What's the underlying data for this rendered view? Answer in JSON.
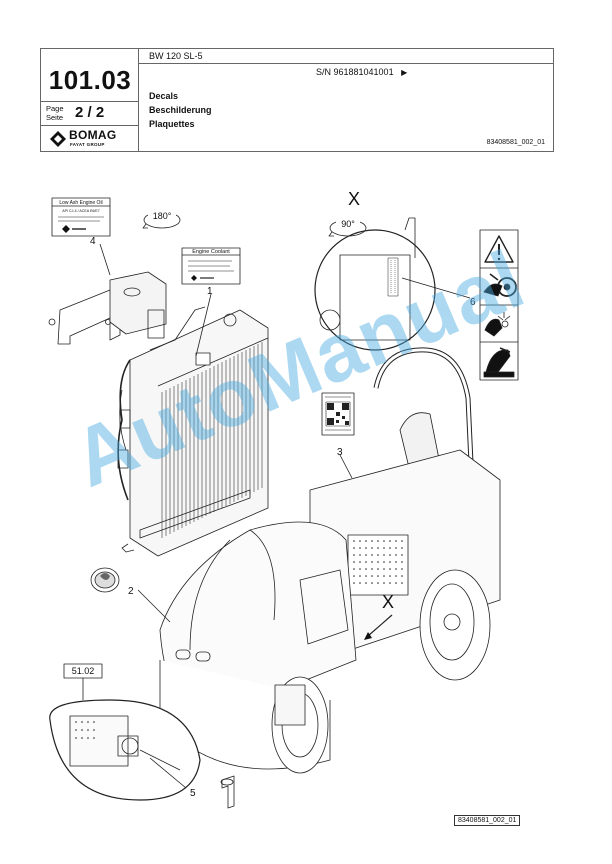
{
  "header": {
    "doc_number": "101.03",
    "page_label_en": "Page",
    "page_label_de": "Seite",
    "page_current": "2",
    "page_total": "2",
    "page_separator": "/",
    "model": "BW 120 SL-5",
    "serial": "S/N 961881041001",
    "serial_arrow": "▶",
    "titles": [
      "Decals",
      "Beschilderung",
      "Plaquettes"
    ],
    "ref_code": "83408581_002_01",
    "logo_text": "BOMAG",
    "logo_sub": "FAYAT GROUP"
  },
  "drawing": {
    "callouts": [
      "1",
      "2",
      "3",
      "4",
      "5",
      "6"
    ],
    "view_marker": "X",
    "rotation_1": "180°",
    "rotation_2": "90°",
    "ref_box": "51.02",
    "oil_label": {
      "title": "Low Ash Engine Oil",
      "line1": "API CJ-4 / ACEA E6/E7"
    },
    "coolant_label": {
      "title": "Engine Coolant"
    }
  },
  "watermark": "AutoManual",
  "footer_code": "83408581_002_01",
  "colors": {
    "watermark": "#46aae1",
    "line": "#222222",
    "frame": "#666666"
  }
}
